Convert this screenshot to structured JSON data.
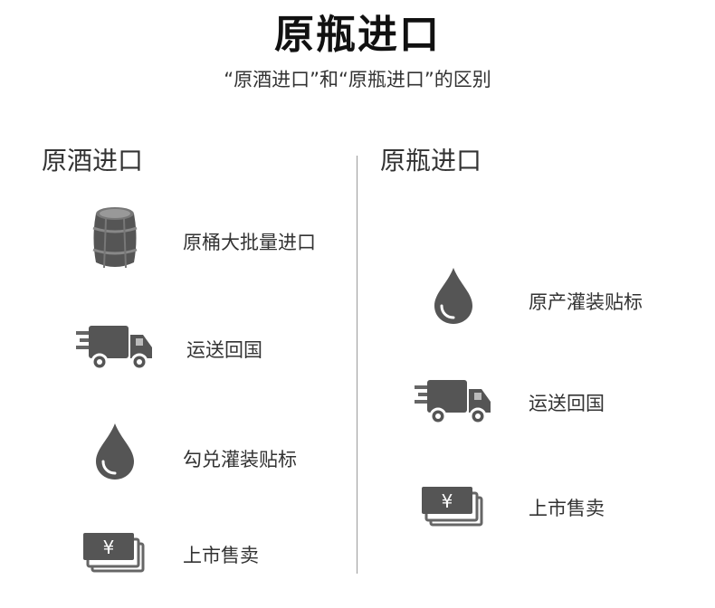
{
  "header": {
    "title": "原瓶进口",
    "subtitle": "“原酒进口”和“原瓶进口”的区别"
  },
  "left_column": {
    "title": "原酒进口",
    "items": [
      {
        "icon": "barrel-icon",
        "label": "原桶大批量进口"
      },
      {
        "icon": "truck-icon",
        "label": "运送回国"
      },
      {
        "icon": "drop-icon",
        "label": "勾兑灌装贴标"
      },
      {
        "icon": "money-icon",
        "label": "上市售卖"
      }
    ]
  },
  "right_column": {
    "title": "原瓶进口",
    "items": [
      {
        "icon": "drop-icon",
        "label": "原产灌装贴标"
      },
      {
        "icon": "truck-icon",
        "label": "运送回国"
      },
      {
        "icon": "money-icon",
        "label": "上市售卖"
      }
    ]
  },
  "currency_symbol": "¥",
  "colors": {
    "icon_dark": "#444444",
    "icon_mid": "#6a6a6a",
    "text": "#333333"
  }
}
